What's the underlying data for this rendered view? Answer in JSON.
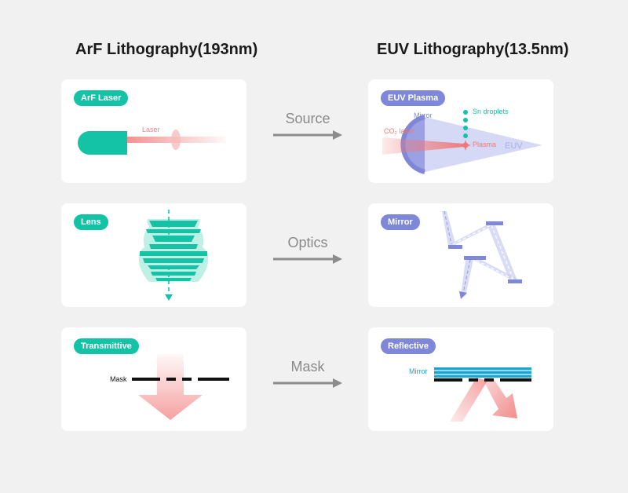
{
  "titles": {
    "left": "ArF Lithography(193nm)",
    "right": "EUV Lithography(13.5nm)"
  },
  "rows": [
    {
      "middle": "Source",
      "left_tag": "ArF Laser",
      "right_tag": "EUV Plasma"
    },
    {
      "middle": "Optics",
      "left_tag": "Lens",
      "right_tag": "Mirror"
    },
    {
      "middle": "Mask",
      "left_tag": "Transmittive",
      "right_tag": "Reflective"
    }
  ],
  "labels": {
    "laser": "Laser",
    "co2_laser": "CO₂ laser",
    "mirror": "Mirror",
    "sn_droplets": "Sn droplets",
    "plasma": "Plasma",
    "euv": "EUV",
    "mask": "Mask",
    "mirror_layers": "Mirror"
  },
  "colors": {
    "teal": "#14c3a6",
    "purple": "#7f87d8",
    "red": "#f07878",
    "gray_arrow": "#8c8c8c"
  }
}
